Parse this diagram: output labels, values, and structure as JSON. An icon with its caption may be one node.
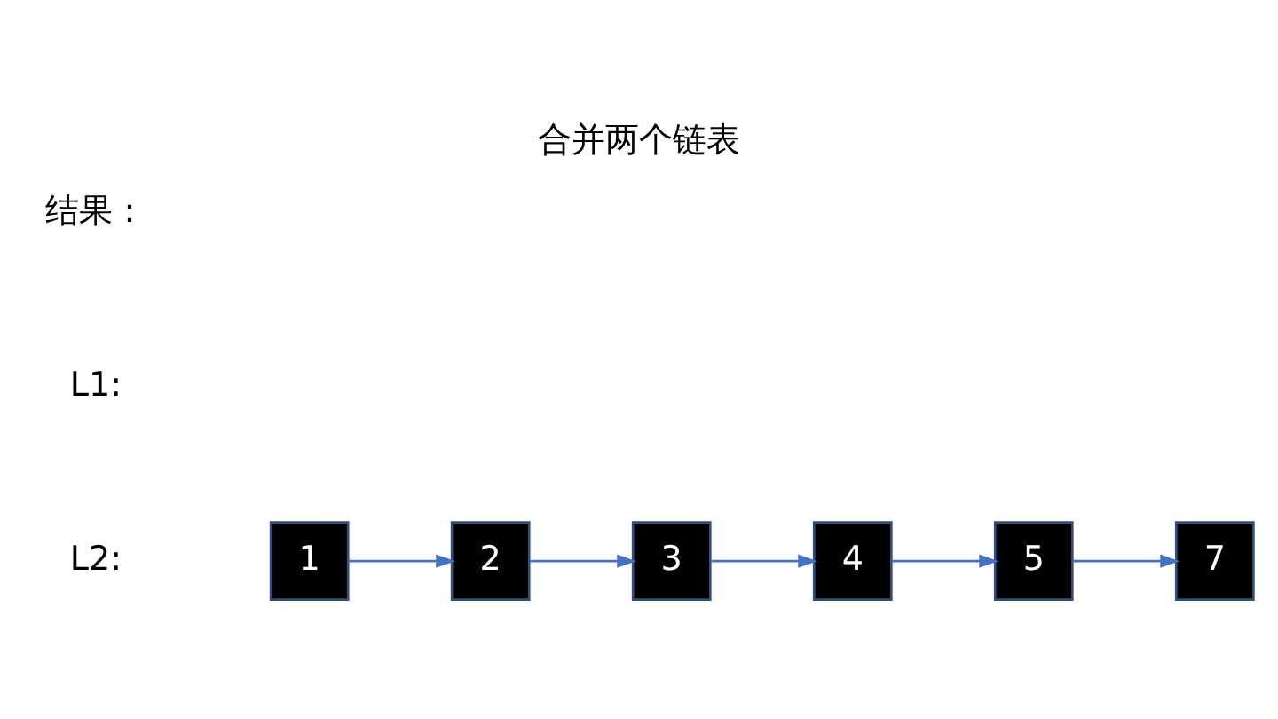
{
  "diagram": {
    "title": "合并两个链表",
    "nodes": [
      {
        "text": [
          "1"
        ]
      },
      {
        "text": [
          "2"
        ]
      },
      {
        "text": [
          "3"
        ]
      },
      {
        "text": [
          "4"
        ]
      },
      {
        "text": [
          "5"
        ]
      },
      {
        "text": [
          "7"
        ]
      }
    ],
    "edges": [
      {
        "from": 0,
        "to": 1,
        "arrow": "to"
      },
      {
        "from": 1,
        "to": 2,
        "arrow": "to"
      },
      {
        "from": 2,
        "to": 3,
        "arrow": "to"
      },
      {
        "from": 3,
        "to": 4,
        "arrow": "to"
      },
      {
        "from": 4,
        "to": 5,
        "arrow": "to"
      }
    ],
    "labels": [
      "结果：",
      "L1:",
      "L2:"
    ]
  }
}
